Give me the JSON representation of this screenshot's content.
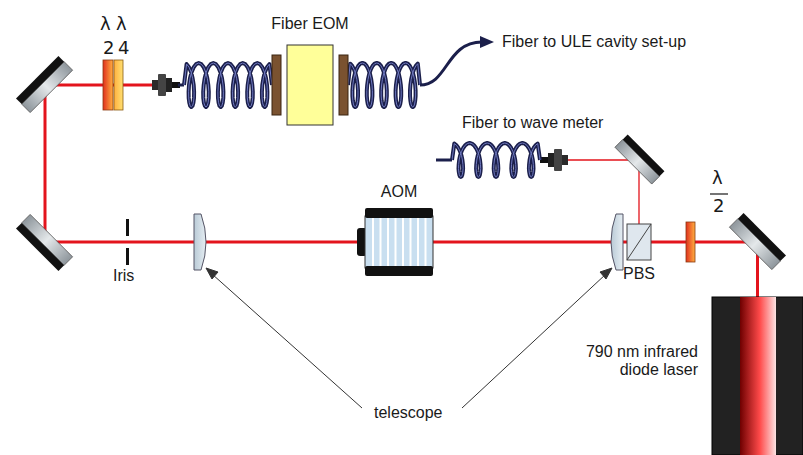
{
  "diagram": {
    "nodes": [
      {
        "text": [
          "Fiber EOM"
        ]
      },
      {
        "text": [
          "AOM"
        ]
      },
      {
        "text": [
          "PBS"
        ]
      },
      {
        "text": [
          "790 nm infrared diode laser"
        ]
      }
    ],
    "edges": [
      {
        "from": 3,
        "to": 2,
        "arrow": "none"
      },
      {
        "from": 2,
        "to": 1,
        "arrow": "none"
      }
    ],
    "labels": [
      "λ",
      "2",
      "λ",
      "4",
      "Fiber to ULE cavity set-up",
      "Fiber to wave meter",
      "Iris",
      "telescope",
      "λ",
      "2"
    ]
  }
}
